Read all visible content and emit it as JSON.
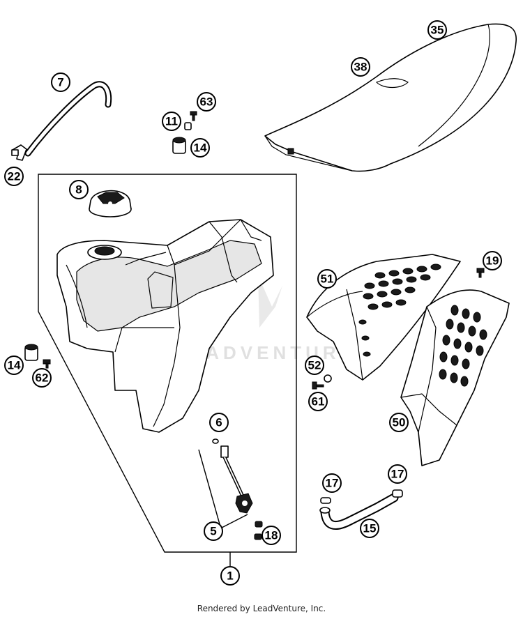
{
  "watermark_text": "LEADVENTURE",
  "footer_text": "Rendered by LeadVenture, Inc.",
  "callouts": {
    "c1": "1",
    "c5": "5",
    "c6": "6",
    "c7": "7",
    "c8": "8",
    "c11": "11",
    "c14a": "14",
    "c14b": "14",
    "c15": "15",
    "c17a": "17",
    "c17b": "17",
    "c18": "18",
    "c19": "19",
    "c22": "22",
    "c35": "35",
    "c38": "38",
    "c50": "50",
    "c51": "51",
    "c52": "52",
    "c61": "61",
    "c62": "62",
    "c63": "63"
  }
}
